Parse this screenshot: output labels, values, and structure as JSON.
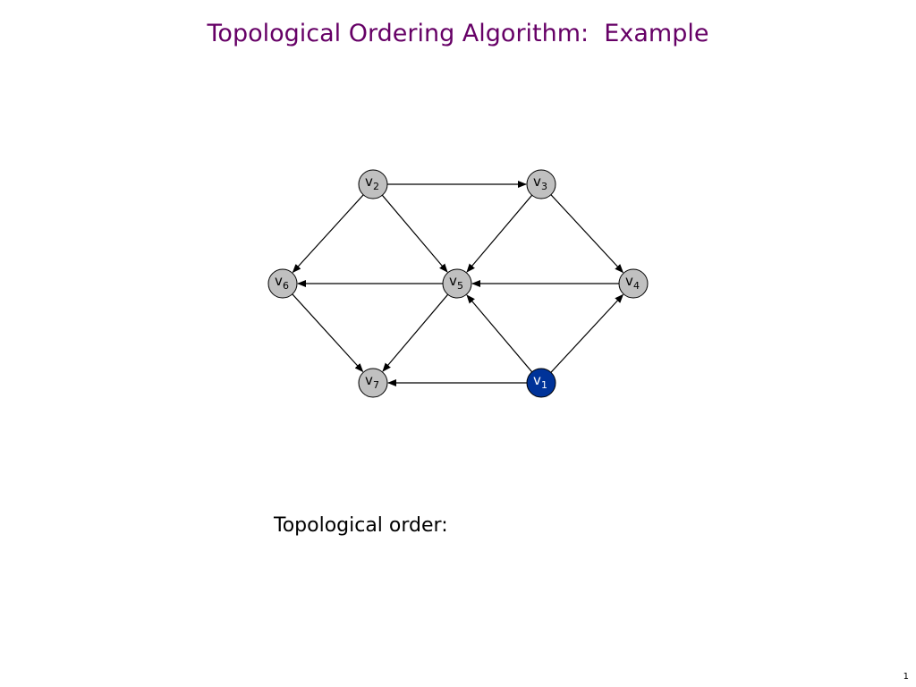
{
  "slide": {
    "title": "Topological Ordering Algorithm:  Example",
    "order_label": "Topological order:",
    "page_number": "1"
  },
  "colors": {
    "title": "#660066",
    "node_fill": "#c0c0c0",
    "node_active_fill": "#003399",
    "edge": "#000000"
  },
  "graph": {
    "nodes": [
      {
        "id": "v1",
        "base": "v",
        "sub": "1",
        "active": true
      },
      {
        "id": "v2",
        "base": "v",
        "sub": "2",
        "active": false
      },
      {
        "id": "v3",
        "base": "v",
        "sub": "3",
        "active": false
      },
      {
        "id": "v4",
        "base": "v",
        "sub": "4",
        "active": false
      },
      {
        "id": "v5",
        "base": "v",
        "sub": "5",
        "active": false
      },
      {
        "id": "v6",
        "base": "v",
        "sub": "6",
        "active": false
      },
      {
        "id": "v7",
        "base": "v",
        "sub": "7",
        "active": false
      }
    ],
    "edges": [
      {
        "from": "v2",
        "to": "v3"
      },
      {
        "from": "v2",
        "to": "v6"
      },
      {
        "from": "v2",
        "to": "v5"
      },
      {
        "from": "v3",
        "to": "v5"
      },
      {
        "from": "v3",
        "to": "v4"
      },
      {
        "from": "v5",
        "to": "v6"
      },
      {
        "from": "v4",
        "to": "v5"
      },
      {
        "from": "v6",
        "to": "v7"
      },
      {
        "from": "v5",
        "to": "v7"
      },
      {
        "from": "v1",
        "to": "v5"
      },
      {
        "from": "v1",
        "to": "v4"
      },
      {
        "from": "v1",
        "to": "v7"
      }
    ]
  }
}
